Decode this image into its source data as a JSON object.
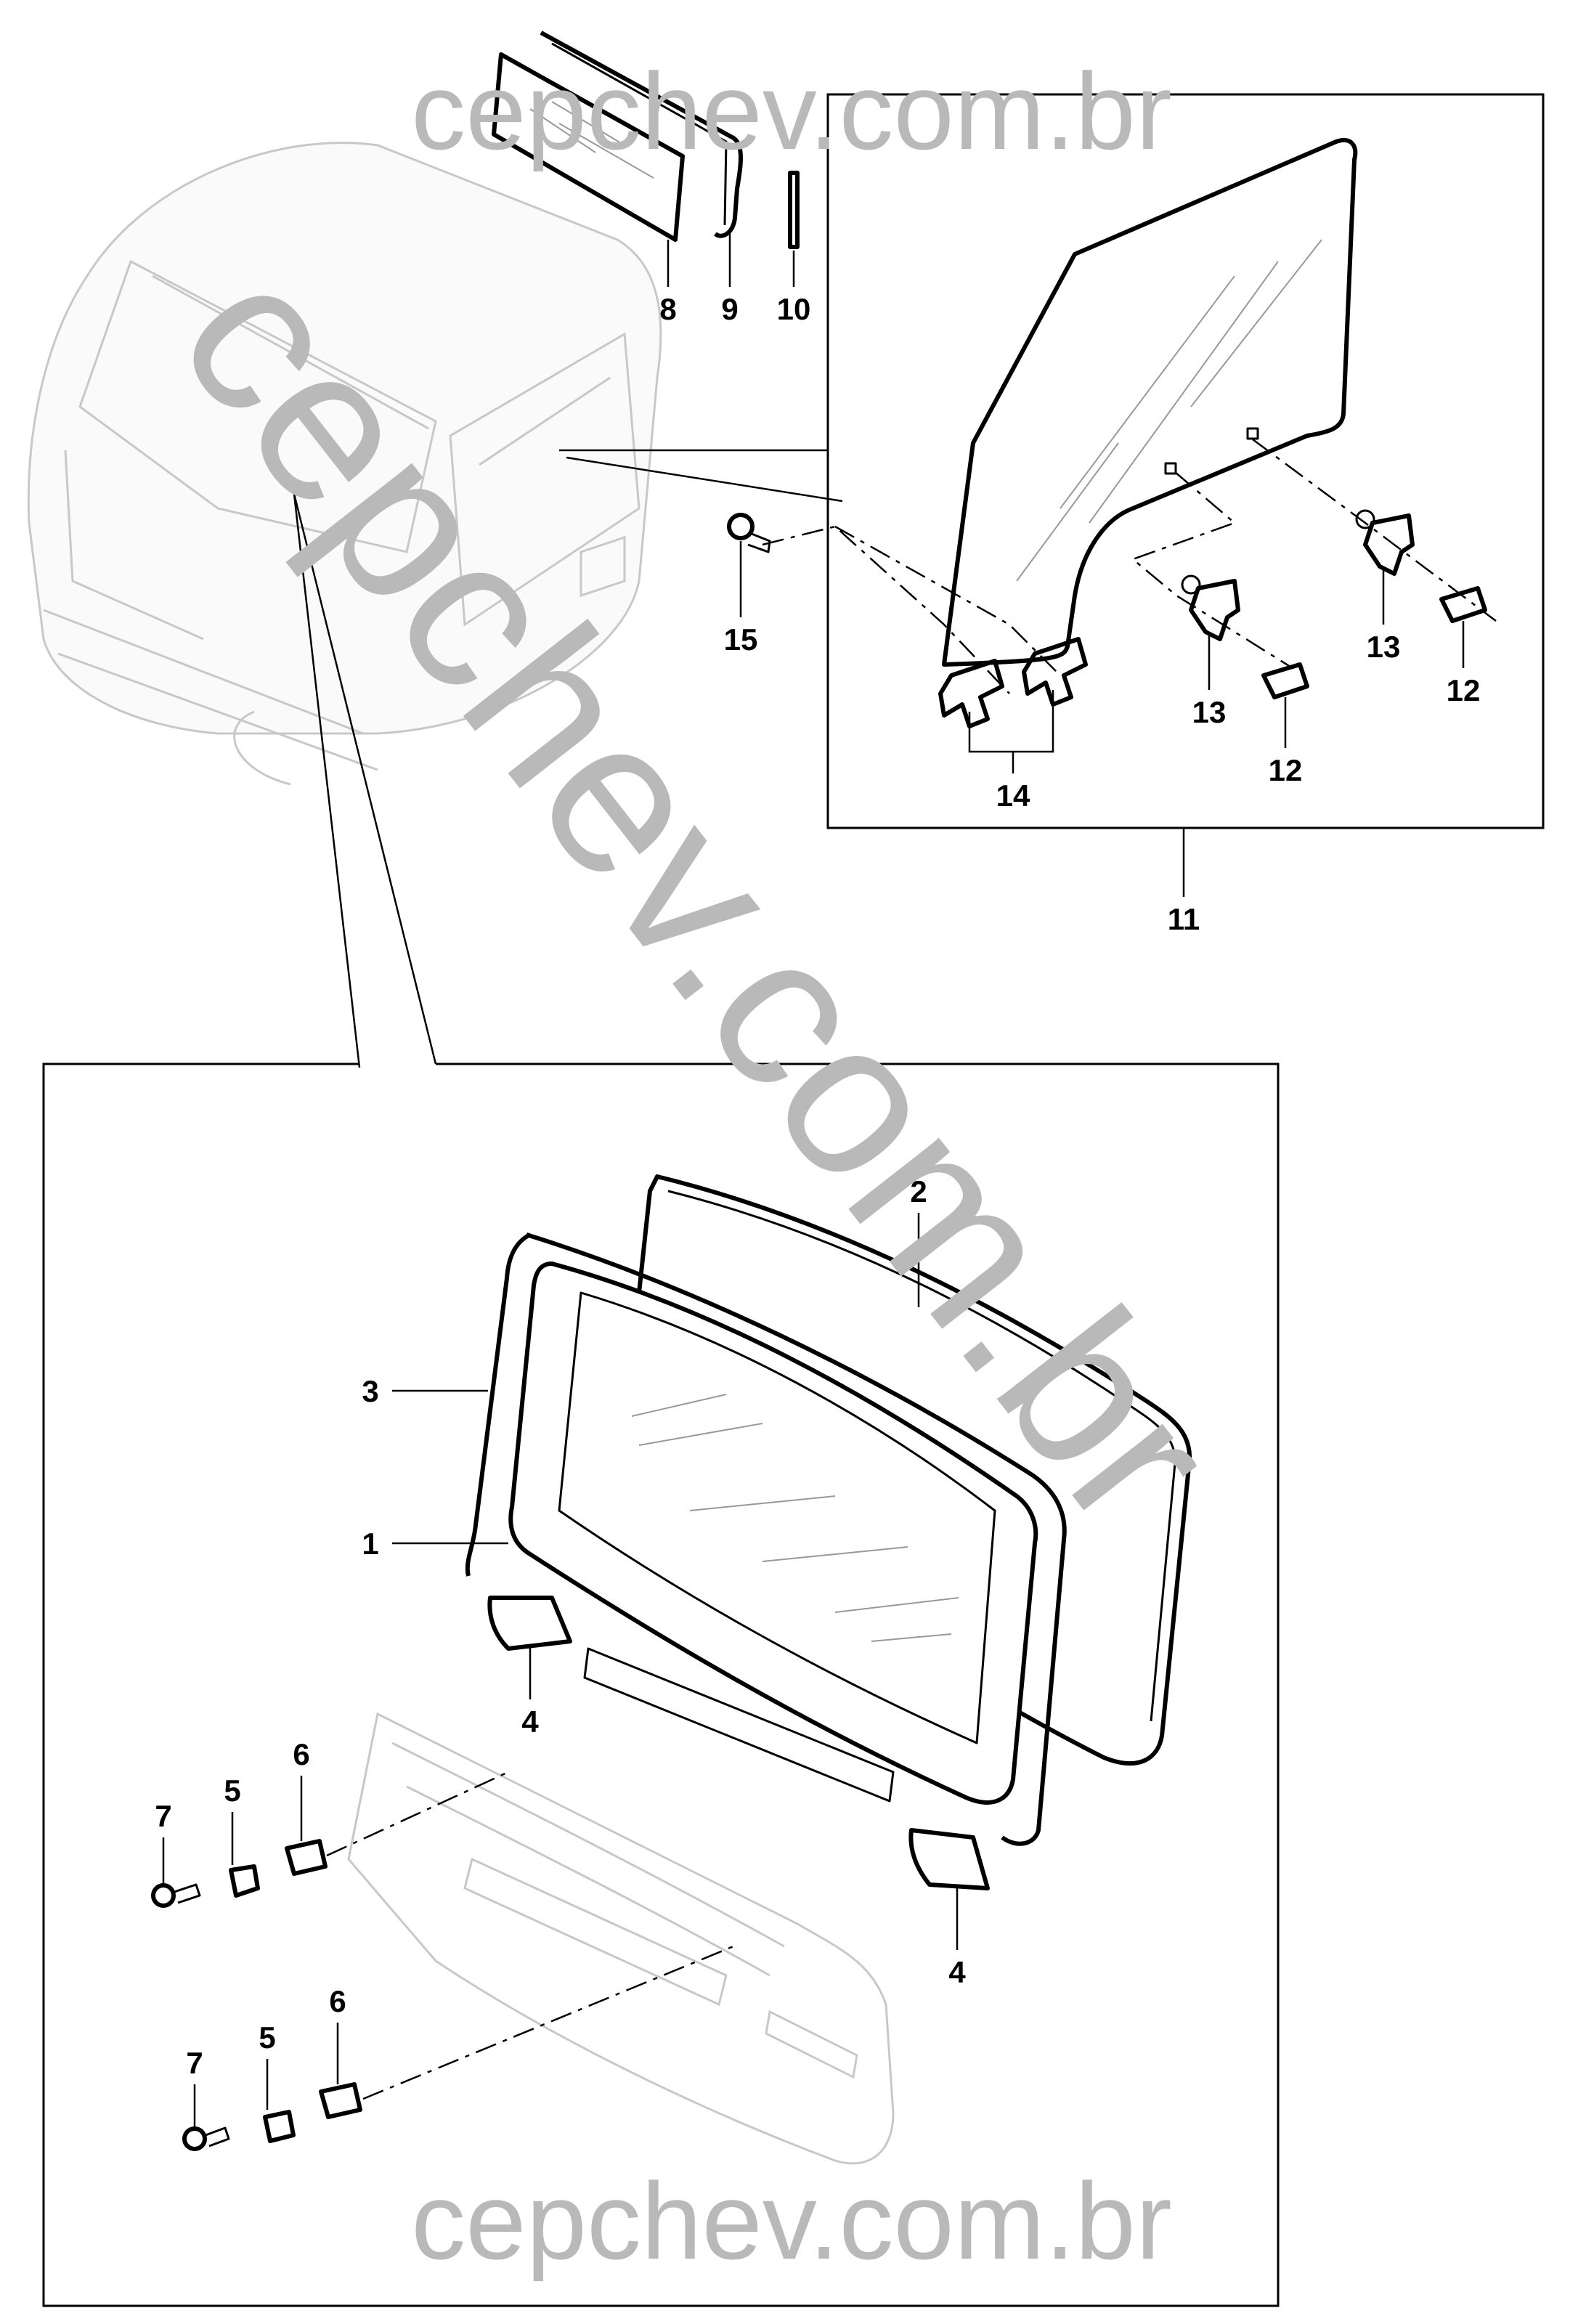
{
  "watermark": {
    "top": "cepchev.com.br",
    "diagonal": "cepchev.com.br",
    "bottom": "cepchev.com.br"
  },
  "callouts": {
    "c1": "1",
    "c2": "2",
    "c3": "3",
    "c4a": "4",
    "c4b": "4",
    "c5a": "5",
    "c5b": "5",
    "c6a": "6",
    "c6b": "6",
    "c7a": "7",
    "c7b": "7",
    "c8": "8",
    "c9": "9",
    "c10": "10",
    "c11": "11",
    "c12a": "12",
    "c12b": "12",
    "c13a": "13",
    "c13b": "13",
    "c14": "14",
    "c15": "15"
  },
  "colors": {
    "line": "#000000",
    "ghost": "#c8c8c8",
    "watermark": "#b9b9b9"
  }
}
